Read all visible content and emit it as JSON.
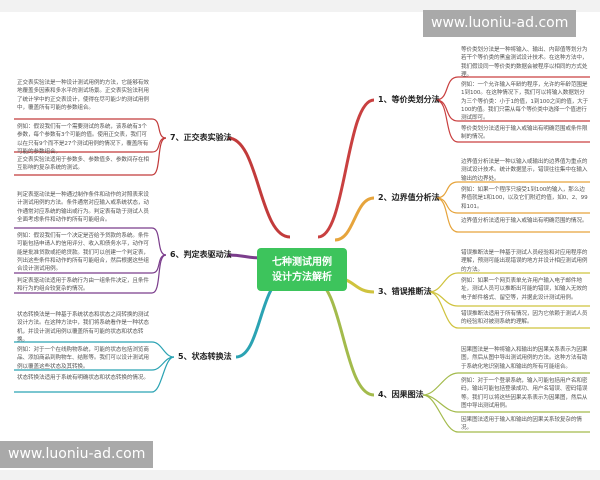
{
  "watermark": "www.luoniu-ad.com",
  "center": {
    "line1": "七种测试用例",
    "line2": "设计方法解析",
    "color": "#3dc45c"
  },
  "branches": [
    {
      "label": "1、等价类划分法",
      "color": "#c94040",
      "blocks": [
        "等价类划分法是一种将输入、输出、内部值等划分为若干个等价类的黑盒测试设计技术。在这种方法中，我们假设同一等价类的数据会被程序以相同的方式处理。",
        "例如：一个允许输入年龄的程序，允许的年龄范围是1到100。在这种情况下，我们可以将输入数据划分为三个等价类：小于1的值，1到100之间的值，大于100的值。我们只需从每个等价类中选择一个值进行测试即可。",
        "等价类划分法适用于输入或输出有明确范围或条件限制的情况。"
      ]
    },
    {
      "label": "2、边界值分析法",
      "color": "#e6a43c",
      "blocks": [
        "边界值分析法是一种以输入或输出的边界值为重点的测试设计技术。统计数据显示，错误往往集中在输入输出的边界处。",
        "例如：如果一个程序只接受1到100的输入，那么边界值就是1和100，以及它们附近的值，如0、2、99和101。",
        "边界值分析法适用于输入或输出有明确范围的情况。"
      ]
    },
    {
      "label": "3、错误推断法",
      "color": "#cfc33e",
      "blocks": [
        "错误推断法是一种基于测试人员经验和对应用程序的理解，预测可能出现错误的地方并设计相应测试用例的方法。",
        "例如：如果一个网页表单允许用户输入电子邮件地址，测试人员可以推断出可能的错误，如输入无效的电子邮件格式、留空等，并据此设计测试用例。",
        "错误推断法适用于所有情况，因为它依赖于测试人员的经验和对被测系统的理解。"
      ]
    },
    {
      "label": "4、因果图法",
      "color": "#a3bb4c",
      "blocks": [
        "因果图法是一种将输入和输出的因果关系表示为因果图，然后从图中导出测试用例的方法。这种方法有助于系统化地识别输入和输出的所有可能组合。",
        "例如：对于一个登录系统，输入可能包括用户名和密码，输出可能包括登录成功、用户名错误、密码错误等。我们可以将这些因果关系表示为因果图，然后从图中导出测试用例。",
        "因果图法适用于输入和输出的因果关系较复杂的情况。"
      ]
    },
    {
      "label": "5、状态转换法",
      "color": "#2ba3b3",
      "blocks": [
        "状态转换法是一种基于系统状态和状态之间转换的测试设计方法。在这种方法中，我们将系统看作是一种状态机，并设计测试用例以覆盖所有可能的状态和状态转换。",
        "例如：对于一个在线购物系统，可能的状态包括浏览商品、添加商品到购物车、结账等。我们可以设计测试用例以覆盖这些状态及其转换。",
        "状态转换法适用于系统有明确状态和状态转换的情况。"
      ]
    },
    {
      "label": "6、判定表驱动法",
      "color": "#7b3d8c",
      "blocks": [
        "判定表驱动法是一种通过制作条件和动作的对照表来设计测试用例的方法。条件通常对应输入或系统状态，动作通常对应系统的输出或行为。判定表有助于测试人员全面考虑条件和动作的所有可能组合。",
        "例如：假设我们有一个决定是否给予贷款的系统。条件可能包括申请人的信用评分、收入和债务水平，动作可能是批准贷款或拒绝贷款。我们可以创建一个判定表，列出这些条件和动作的所有可能组合，然后根据这些组合设计测试用例。",
        "判定表驱动法适用于系统行为由一组条件决定，且条件和行为的组合较复杂的情况。"
      ]
    },
    {
      "label": "7、正交表实验法",
      "color": "#c23b3b",
      "blocks": [
        "正交表实验法是一种设计测试用例的方法，它能够有效地覆盖多因素和多水平的测试场景。正交表实验法利用了统计学中的正交表设计，使得在尽可能少的测试用例中，覆盖所有可能的参数组合。",
        "例如：假设我们有一个需要测试的系统，该系统有3个参数，每个参数有3个可能的值。使用正交表，我们可以在只有9个而不是27个测试用例的情况下，覆盖所有可能的参数组合。",
        "正交表实验法适用于参数多、参数值多、参数间存在相互影响的复杂系统的测试。"
      ]
    }
  ]
}
